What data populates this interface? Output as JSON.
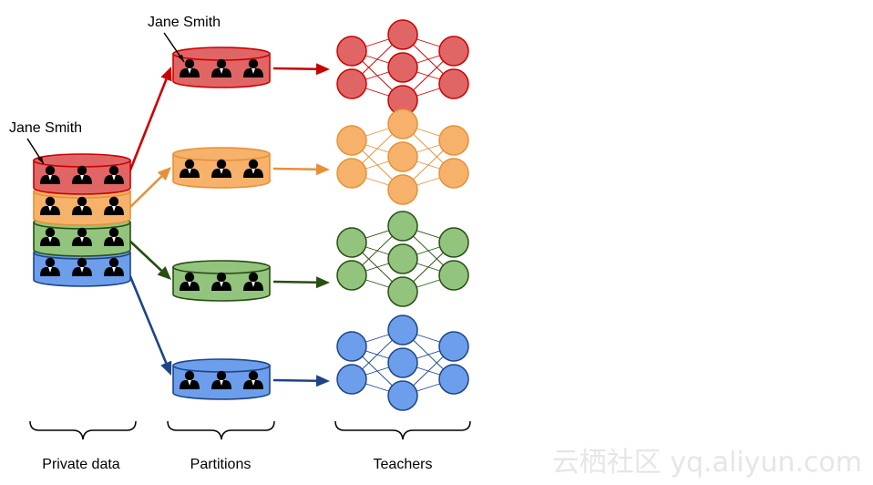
{
  "annotations": {
    "private_person": "Jane Smith",
    "partition_person": "Jane Smith"
  },
  "labels": {
    "private_data": "Private data",
    "partitions": "Partitions",
    "teachers": "Teachers"
  },
  "watermark": "云栖社区 yq.aliyun.com",
  "partitions": [
    {
      "name": "red",
      "fill": "#e06666",
      "stroke": "#cc0000"
    },
    {
      "name": "orange",
      "fill": "#f6b26b",
      "stroke": "#e69138"
    },
    {
      "name": "green",
      "fill": "#93c47d",
      "stroke": "#274e13"
    },
    {
      "name": "blue",
      "fill": "#6d9eeb",
      "stroke": "#1c4587"
    }
  ],
  "icons": {
    "person": "person-icon",
    "arrow": "arrow-icon"
  }
}
